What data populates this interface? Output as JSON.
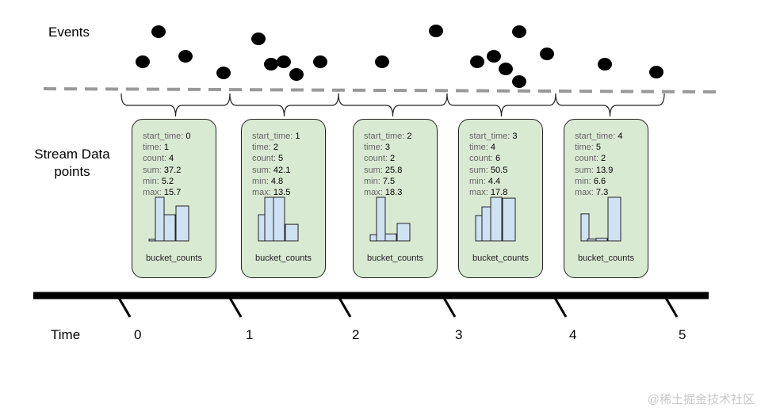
{
  "labels": {
    "events": "Events",
    "stream_data_points": [
      "Stream Data",
      "points"
    ],
    "time": "Time",
    "bucket_counts": "bucket_counts"
  },
  "field_keys": [
    "start_time",
    "time",
    "count",
    "sum",
    "min",
    "max"
  ],
  "data_points": [
    {
      "start_time": "0",
      "time": "1",
      "count": "4",
      "sum": "37.2",
      "min": "5.2",
      "max": "15.7",
      "bucket_counts": [
        0,
        1,
        0.6,
        0.8
      ]
    },
    {
      "start_time": "1",
      "time": "2",
      "count": "5",
      "sum": "42.1",
      "min": "4.8",
      "max": "13.5",
      "bucket_counts": [
        0.6,
        1,
        1,
        0.38
      ]
    },
    {
      "start_time": "2",
      "time": "3",
      "count": "2",
      "sum": "25.8",
      "min": "7.5",
      "max": "18.3",
      "bucket_counts": [
        0.14,
        1,
        0.16,
        0.4
      ]
    },
    {
      "start_time": "3",
      "time": "4",
      "count": "6",
      "sum": "50.5",
      "min": "4.4",
      "max": "17.8",
      "bucket_counts": [
        0.58,
        0.78,
        1,
        0.98
      ]
    },
    {
      "start_time": "4",
      "time": "5",
      "count": "2",
      "sum": "13.9",
      "min": "6.6",
      "max": "7.3",
      "bucket_counts": [
        0.62,
        0.04,
        0.06,
        1
      ]
    }
  ],
  "time_ticks": [
    "0",
    "1",
    "2",
    "3",
    "4",
    "5"
  ],
  "watermark": "@稀土掘金技术社区",
  "colors": {
    "card_fill": "#d9ead3",
    "bar_fill": "#cfe2f3",
    "divider": "#999999",
    "ink": "#000000"
  }
}
